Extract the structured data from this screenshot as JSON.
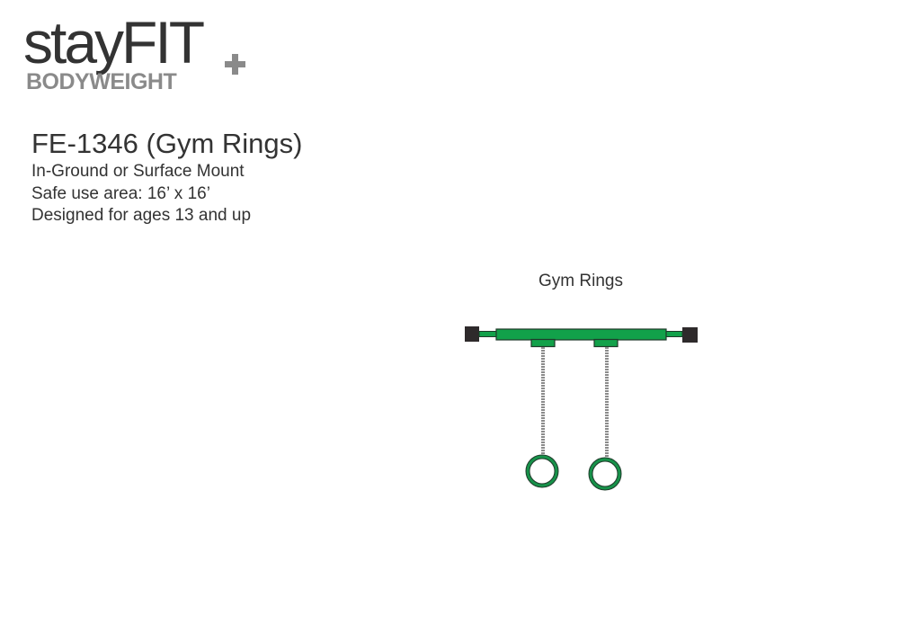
{
  "logo": {
    "brand_main": "stayFIT",
    "brand_sub": "BODYWEIGHT",
    "plus_symbol": "plus-icon"
  },
  "product": {
    "title": "FE-1346 (Gym Rings)",
    "lines": [
      "In-Ground or Surface Mount",
      "Safe use area: 16’ x 16’",
      "Designed for ages 13 and up"
    ]
  },
  "diagram": {
    "label": "Gym Rings",
    "colors": {
      "bar_green": "#12a14a",
      "outline": "#1f3a2a",
      "end_cap": "#2e2a2b",
      "chain": "#8c8c8c",
      "ring_green": "#17924a"
    }
  }
}
